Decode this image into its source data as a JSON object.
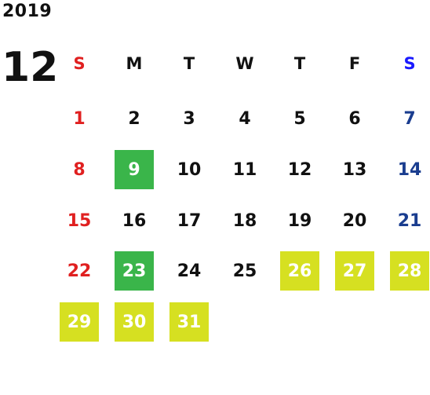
{
  "calendar": {
    "year": "2019",
    "month": "12",
    "weekdays": [
      "S",
      "M",
      "T",
      "W",
      "T",
      "F",
      "S"
    ],
    "colors": {
      "sunday": "#e02020",
      "saturday": "#1a3d8f",
      "saturday_header": "#1a1aff",
      "text": "#111111",
      "highlight_green": "#3ab54a",
      "highlight_yellow": "#d6e021"
    },
    "weeks": [
      [
        {
          "day": "1",
          "highlight": null
        },
        {
          "day": "2",
          "highlight": null
        },
        {
          "day": "3",
          "highlight": null
        },
        {
          "day": "4",
          "highlight": null
        },
        {
          "day": "5",
          "highlight": null
        },
        {
          "day": "6",
          "highlight": null
        },
        {
          "day": "7",
          "highlight": null
        }
      ],
      [
        {
          "day": "8",
          "highlight": null
        },
        {
          "day": "9",
          "highlight": "green"
        },
        {
          "day": "10",
          "highlight": null
        },
        {
          "day": "11",
          "highlight": null
        },
        {
          "day": "12",
          "highlight": null
        },
        {
          "day": "13",
          "highlight": null
        },
        {
          "day": "14",
          "highlight": null
        }
      ],
      [
        {
          "day": "15",
          "highlight": null
        },
        {
          "day": "16",
          "highlight": null
        },
        {
          "day": "17",
          "highlight": null
        },
        {
          "day": "18",
          "highlight": null
        },
        {
          "day": "19",
          "highlight": null
        },
        {
          "day": "20",
          "highlight": null
        },
        {
          "day": "21",
          "highlight": null
        }
      ],
      [
        {
          "day": "22",
          "highlight": null
        },
        {
          "day": "23",
          "highlight": "green"
        },
        {
          "day": "24",
          "highlight": null
        },
        {
          "day": "25",
          "highlight": null
        },
        {
          "day": "26",
          "highlight": "yellow"
        },
        {
          "day": "27",
          "highlight": "yellow"
        },
        {
          "day": "28",
          "highlight": "yellow"
        }
      ],
      [
        {
          "day": "29",
          "highlight": "yellow"
        },
        {
          "day": "30",
          "highlight": "yellow"
        },
        {
          "day": "31",
          "highlight": "yellow"
        }
      ]
    ]
  }
}
